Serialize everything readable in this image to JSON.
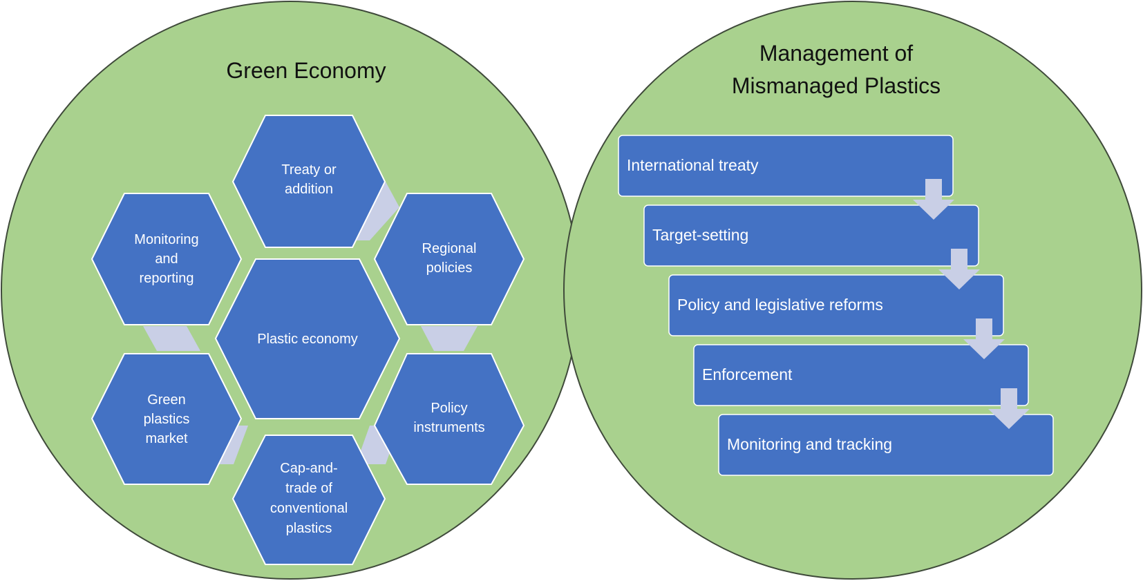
{
  "colors": {
    "circle_fill": "#a9d18e",
    "shape_fill": "#4472c4",
    "connector_fill": "#c9cfe6",
    "text_light": "#ffffff",
    "text_dark": "#111111"
  },
  "green_economy": {
    "title": "Green Economy",
    "center": {
      "lines": [
        "Plastic economy"
      ]
    },
    "hexagons": [
      {
        "id": "treaty",
        "lines": [
          "Treaty or",
          "addition"
        ]
      },
      {
        "id": "regional",
        "lines": [
          "Regional",
          "policies"
        ]
      },
      {
        "id": "policy-instruments",
        "lines": [
          "Policy",
          "instruments"
        ]
      },
      {
        "id": "cap-and-trade",
        "lines": [
          "Cap-and-",
          "trade of",
          "conventional",
          "plastics"
        ]
      },
      {
        "id": "green-market",
        "lines": [
          "Green",
          "plastics",
          "market"
        ]
      },
      {
        "id": "monitoring-reporting",
        "lines": [
          "Monitoring",
          "and",
          "reporting"
        ]
      }
    ]
  },
  "management": {
    "title_lines": [
      "Management of",
      "Mismanaged Plastics"
    ],
    "steps": [
      "International treaty",
      "Target-setting",
      "Policy and legislative reforms",
      "Enforcement",
      "Monitoring and tracking"
    ]
  }
}
